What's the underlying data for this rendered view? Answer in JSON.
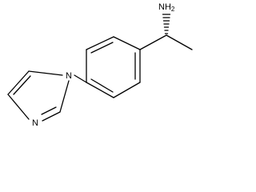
{
  "molecule": {
    "atoms": {
      "amine": "NH2",
      "imidazole_n1": "N",
      "imidazole_n3": "N"
    },
    "colors": {
      "bond": "#000000",
      "text": "#000000",
      "background": "#ffffff"
    }
  }
}
